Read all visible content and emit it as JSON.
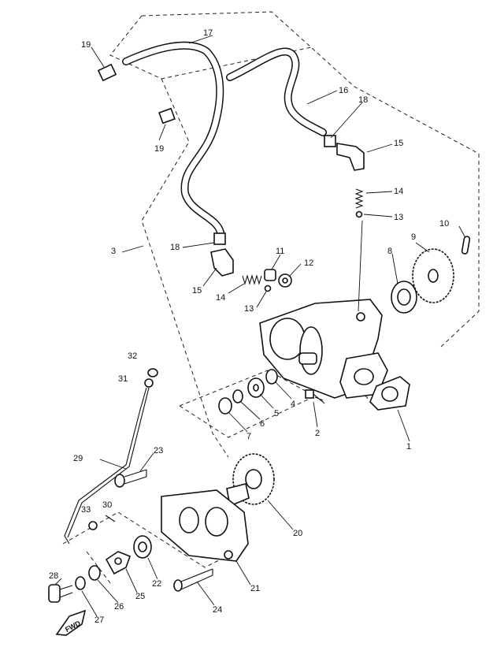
{
  "callouts": {
    "c1": "1",
    "c2": "2",
    "c3": "3",
    "c4": "4",
    "c5": "5",
    "c6": "6",
    "c7": "7",
    "c8": "8",
    "c9": "9",
    "c10": "10",
    "c11": "11",
    "c12": "12",
    "c13a": "13",
    "c13b": "13",
    "c14a": "14",
    "c14b": "14",
    "c15a": "15",
    "c15b": "15",
    "c16": "16",
    "c17": "17",
    "c18a": "18",
    "c18b": "18",
    "c19a": "19",
    "c19b": "19",
    "c20": "20",
    "c21": "21",
    "c22": "22",
    "c23": "23",
    "c24": "24",
    "c25": "25",
    "c26": "26",
    "c27": "27",
    "c28": "28",
    "c29": "29",
    "c30": "30",
    "c31": "31",
    "c32": "32",
    "c33": "33"
  },
  "direction_marker": "FWD",
  "icons": {
    "direction": "arrow-direction-icon"
  }
}
